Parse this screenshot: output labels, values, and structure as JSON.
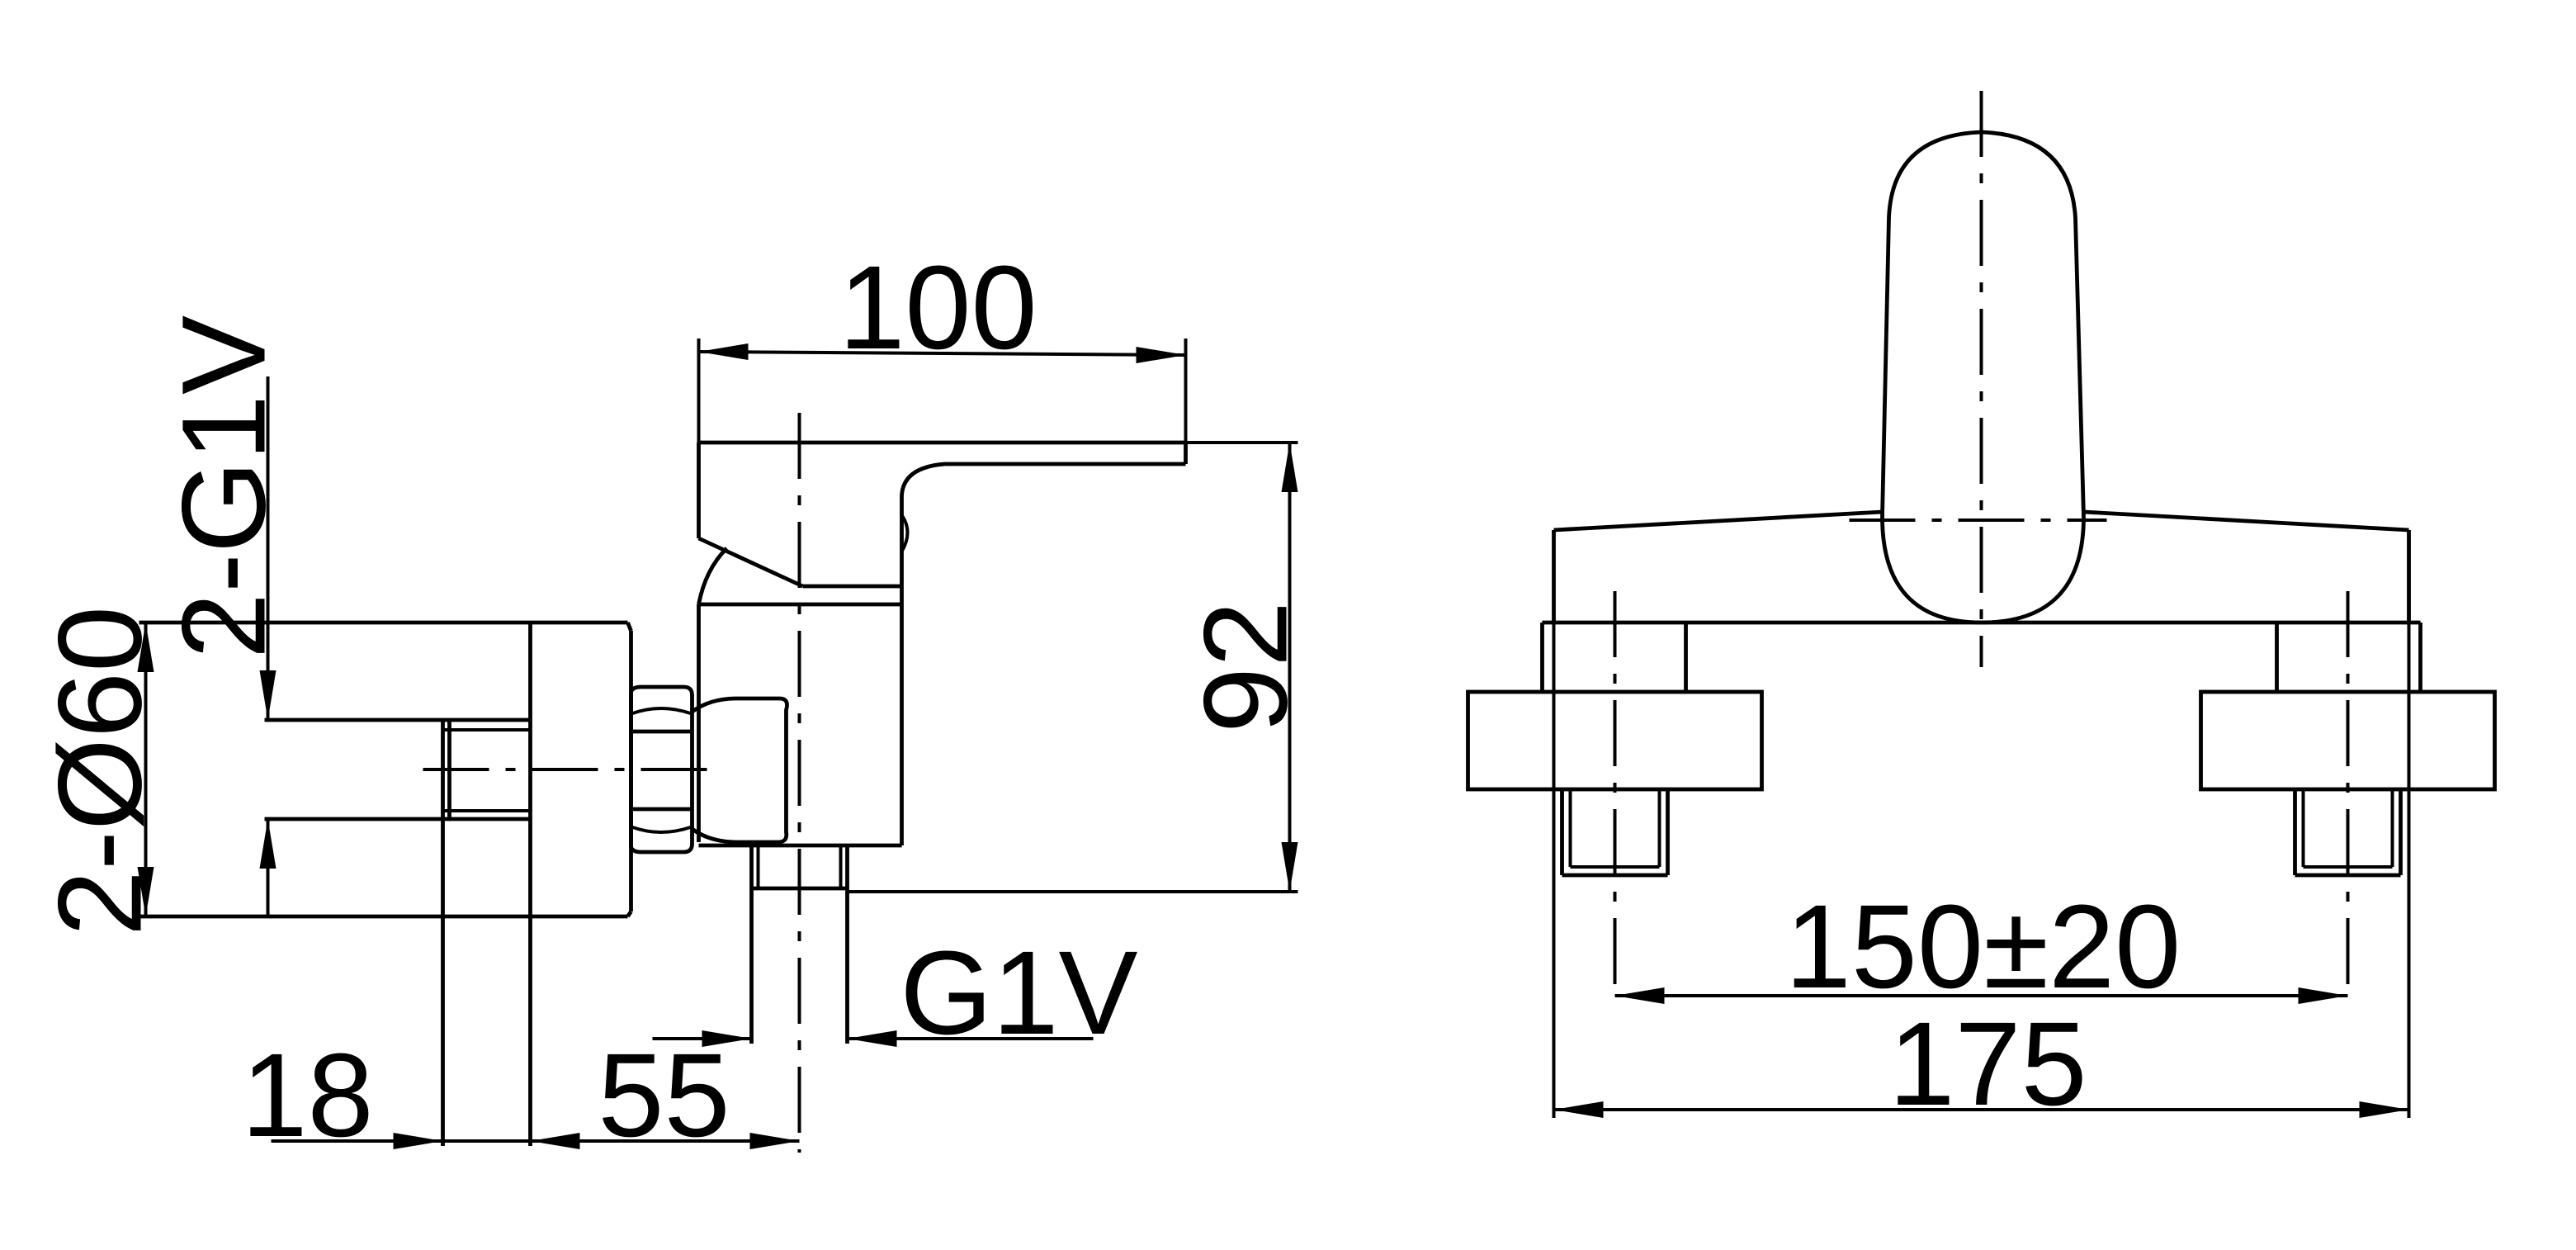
{
  "dimensions": {
    "d100": "100",
    "d92": "92",
    "d2g1v": "2-G1V",
    "d2o60": "2-Ø60",
    "dg1v": "G1V",
    "d18": "18",
    "d55": "55",
    "d150": "150±20",
    "d175": "175"
  }
}
